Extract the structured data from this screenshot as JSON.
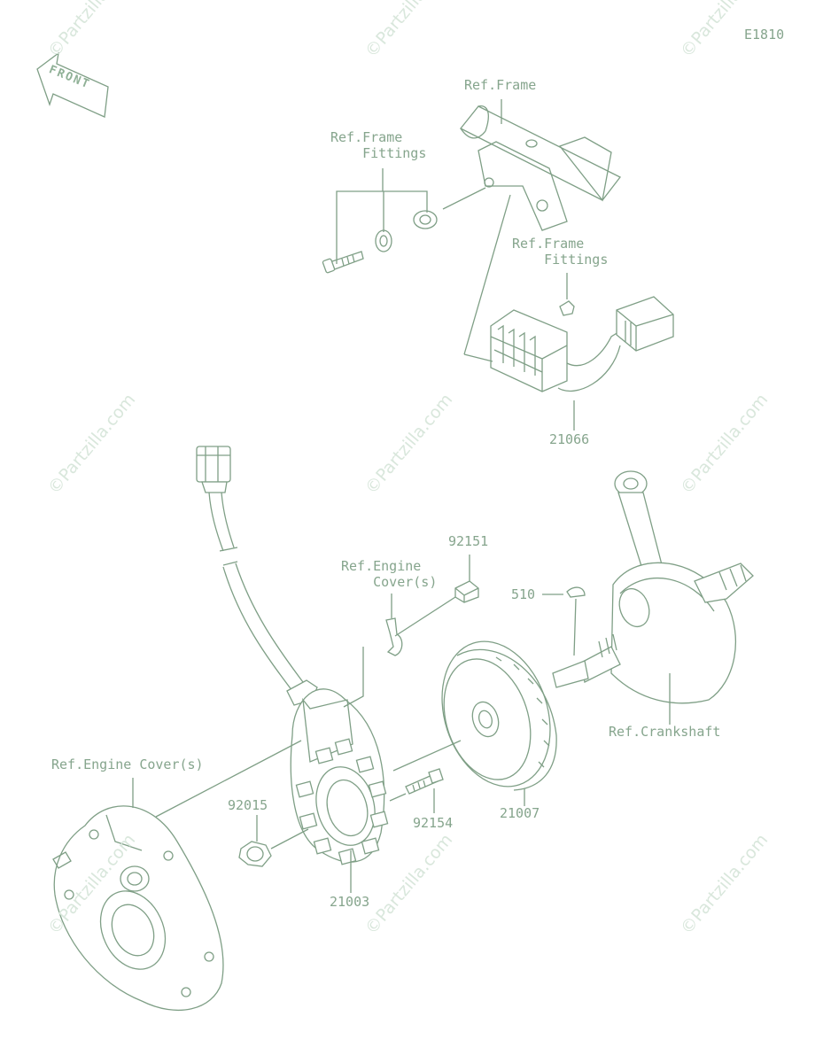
{
  "diagram_code": "E1810",
  "front_label": "FRONT",
  "watermark": "©Partzilla.com",
  "labels": {
    "ref_frame": "Ref.Frame",
    "ref_frame_fittings_a": "Ref.Frame\n    Fittings",
    "ref_frame_fittings_b": "Ref.Frame\n    Fittings",
    "part_21066": "21066",
    "part_92151": "92151",
    "ref_engine_cover_clip": "Ref.Engine\n    Cover(s)",
    "part_510": "510",
    "ref_crankshaft": "Ref.Crankshaft",
    "ref_engine_cover": "Ref.Engine Cover(s)",
    "part_92015": "92015",
    "part_92154": "92154",
    "part_21007": "21007",
    "part_21003": "21003"
  }
}
